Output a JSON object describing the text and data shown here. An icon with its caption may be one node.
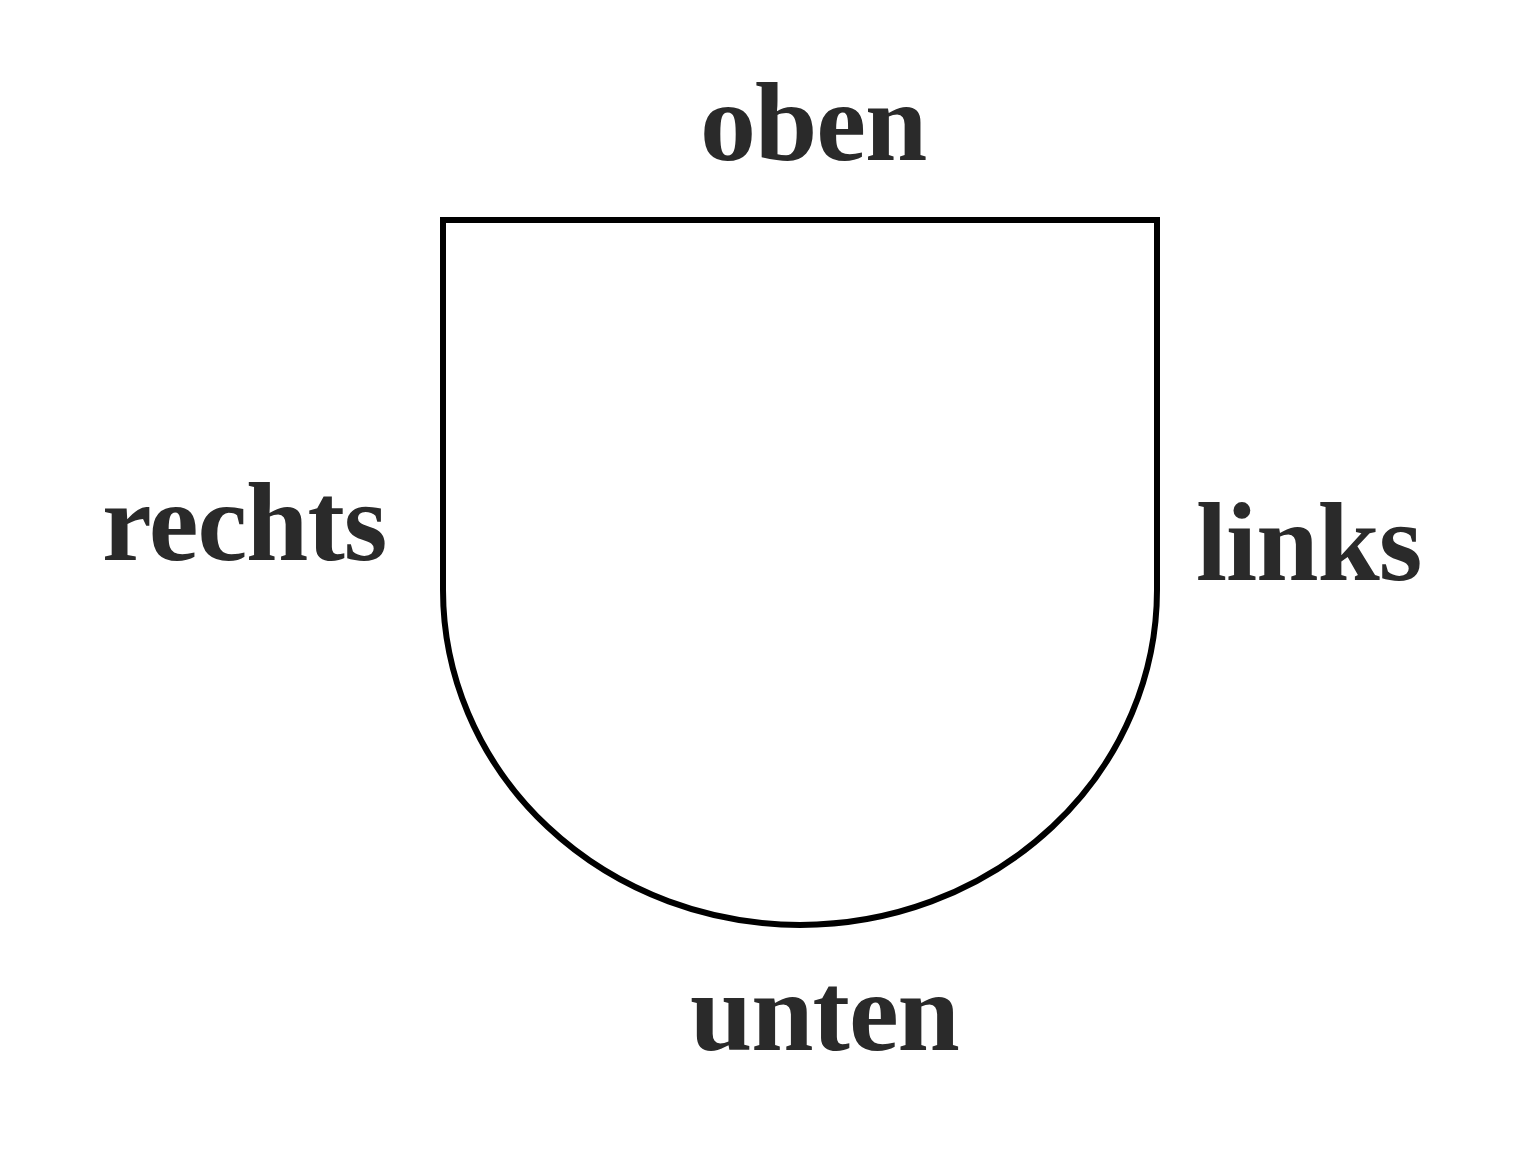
{
  "diagram": {
    "nodes": [
      {
        "text": [],
        "shape": "shield",
        "beside": [
          "oben",
          "rechts",
          "links",
          "unten"
        ]
      }
    ]
  }
}
